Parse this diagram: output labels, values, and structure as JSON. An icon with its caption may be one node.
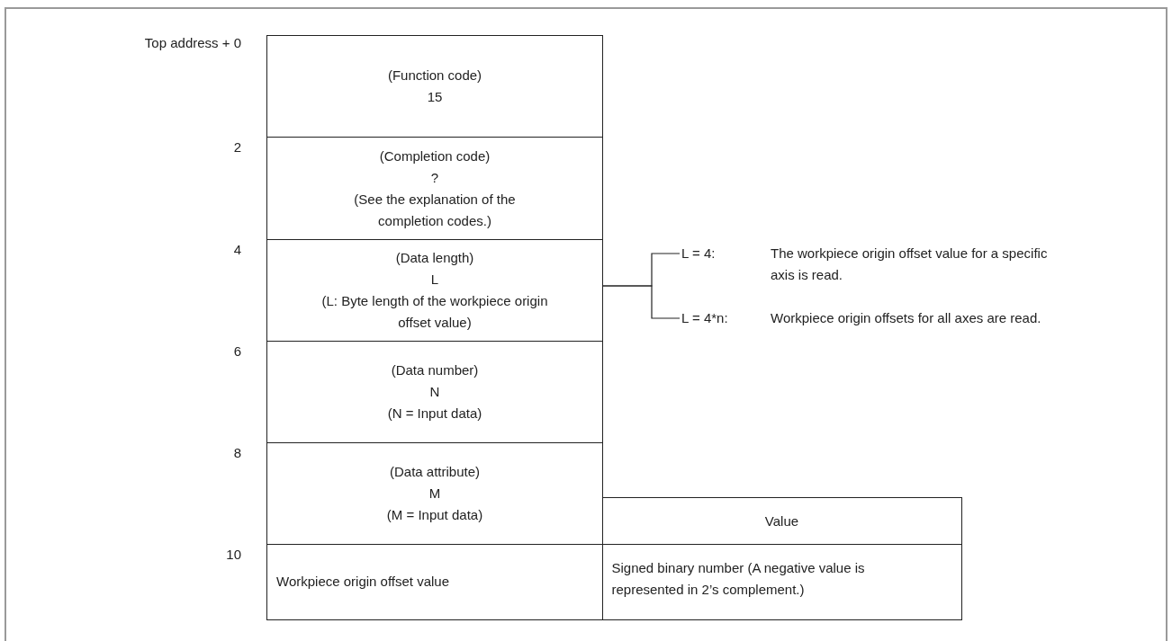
{
  "diagram": {
    "nodes": [
      {
        "text": [
          "(Function code)",
          "15"
        ]
      },
      {
        "text": [
          "(Completion code)",
          "?",
          "(See the explanation of the completion codes.)"
        ]
      },
      {
        "text": [
          "(Data length)",
          "L",
          "(L: Byte length of the workpiece origin offset value)"
        ]
      },
      {
        "text": [
          "(Data number)",
          "N",
          "(N = Input data)"
        ]
      },
      {
        "text": [
          "(Data attribute)",
          "M",
          "(M = Input data)"
        ]
      },
      {
        "text": [
          "Workpiece origin offset value"
        ]
      },
      {
        "text": [
          "Value"
        ]
      },
      {
        "text": [
          "Signed binary number (A negative value is represented in 2’s complement.)"
        ]
      },
      {
        "text": [
          "L = 4:",
          "The workpiece origin offset value for a specific axis is read."
        ]
      },
      {
        "text": [
          "L = 4*n:",
          "Workpiece origin offsets for all axes are read."
        ]
      }
    ],
    "edges": [
      {
        "from": 2,
        "to": 8,
        "arrow": "none"
      },
      {
        "from": 2,
        "to": 9,
        "arrow": "none"
      }
    ],
    "labels": [
      "Top address + 0",
      "2",
      "4",
      "6",
      "8",
      "10"
    ]
  }
}
